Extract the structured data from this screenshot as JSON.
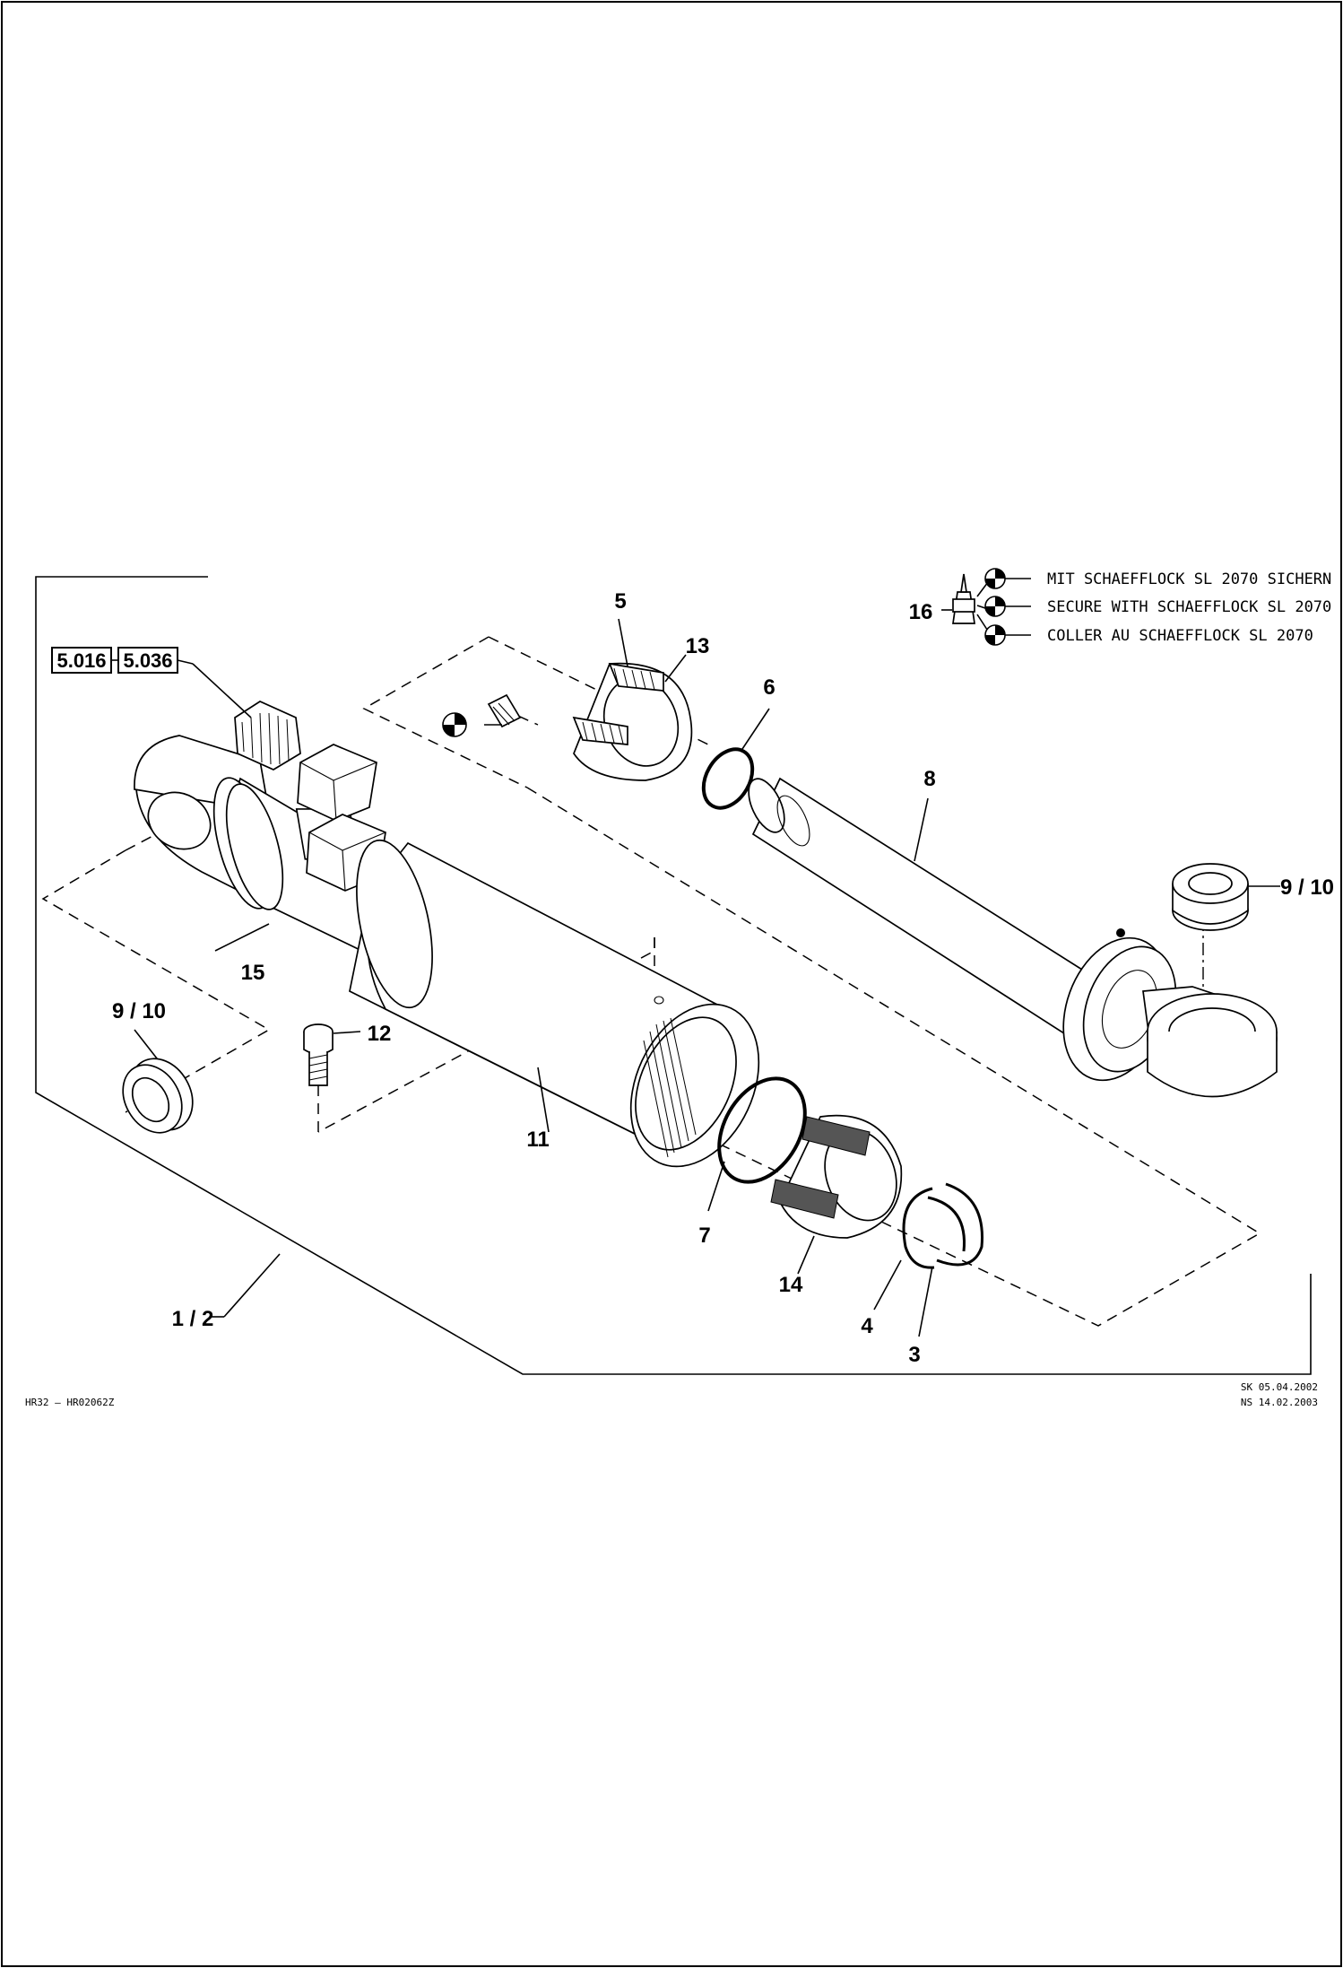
{
  "drawing": {
    "callouts": {
      "p1_2": "1 / 2",
      "p3": "3",
      "p4": "4",
      "p5": "5",
      "p6": "6",
      "p7": "7",
      "p8": "8",
      "p9_10_right": "9 / 10",
      "p9_10_left": "9 / 10",
      "p11": "11",
      "p12": "12",
      "p13": "13",
      "p14": "14",
      "p15": "15",
      "p16": "16"
    },
    "refs": {
      "ref_a": "5.016",
      "ref_b": "5.036"
    },
    "notes": {
      "de": "MIT SCHAEFFLOCK SL 2070 SICHERN",
      "en": "SECURE WITH SCHAEFFLOCK SL 2070",
      "fr": "COLLER AU SCHAEFFLOCK SL 2070"
    },
    "footer": {
      "drawing_id": "HR32 – HR02062Z",
      "sig1": "SK 05.04.2002",
      "sig2": "NS 14.02.2003"
    }
  }
}
